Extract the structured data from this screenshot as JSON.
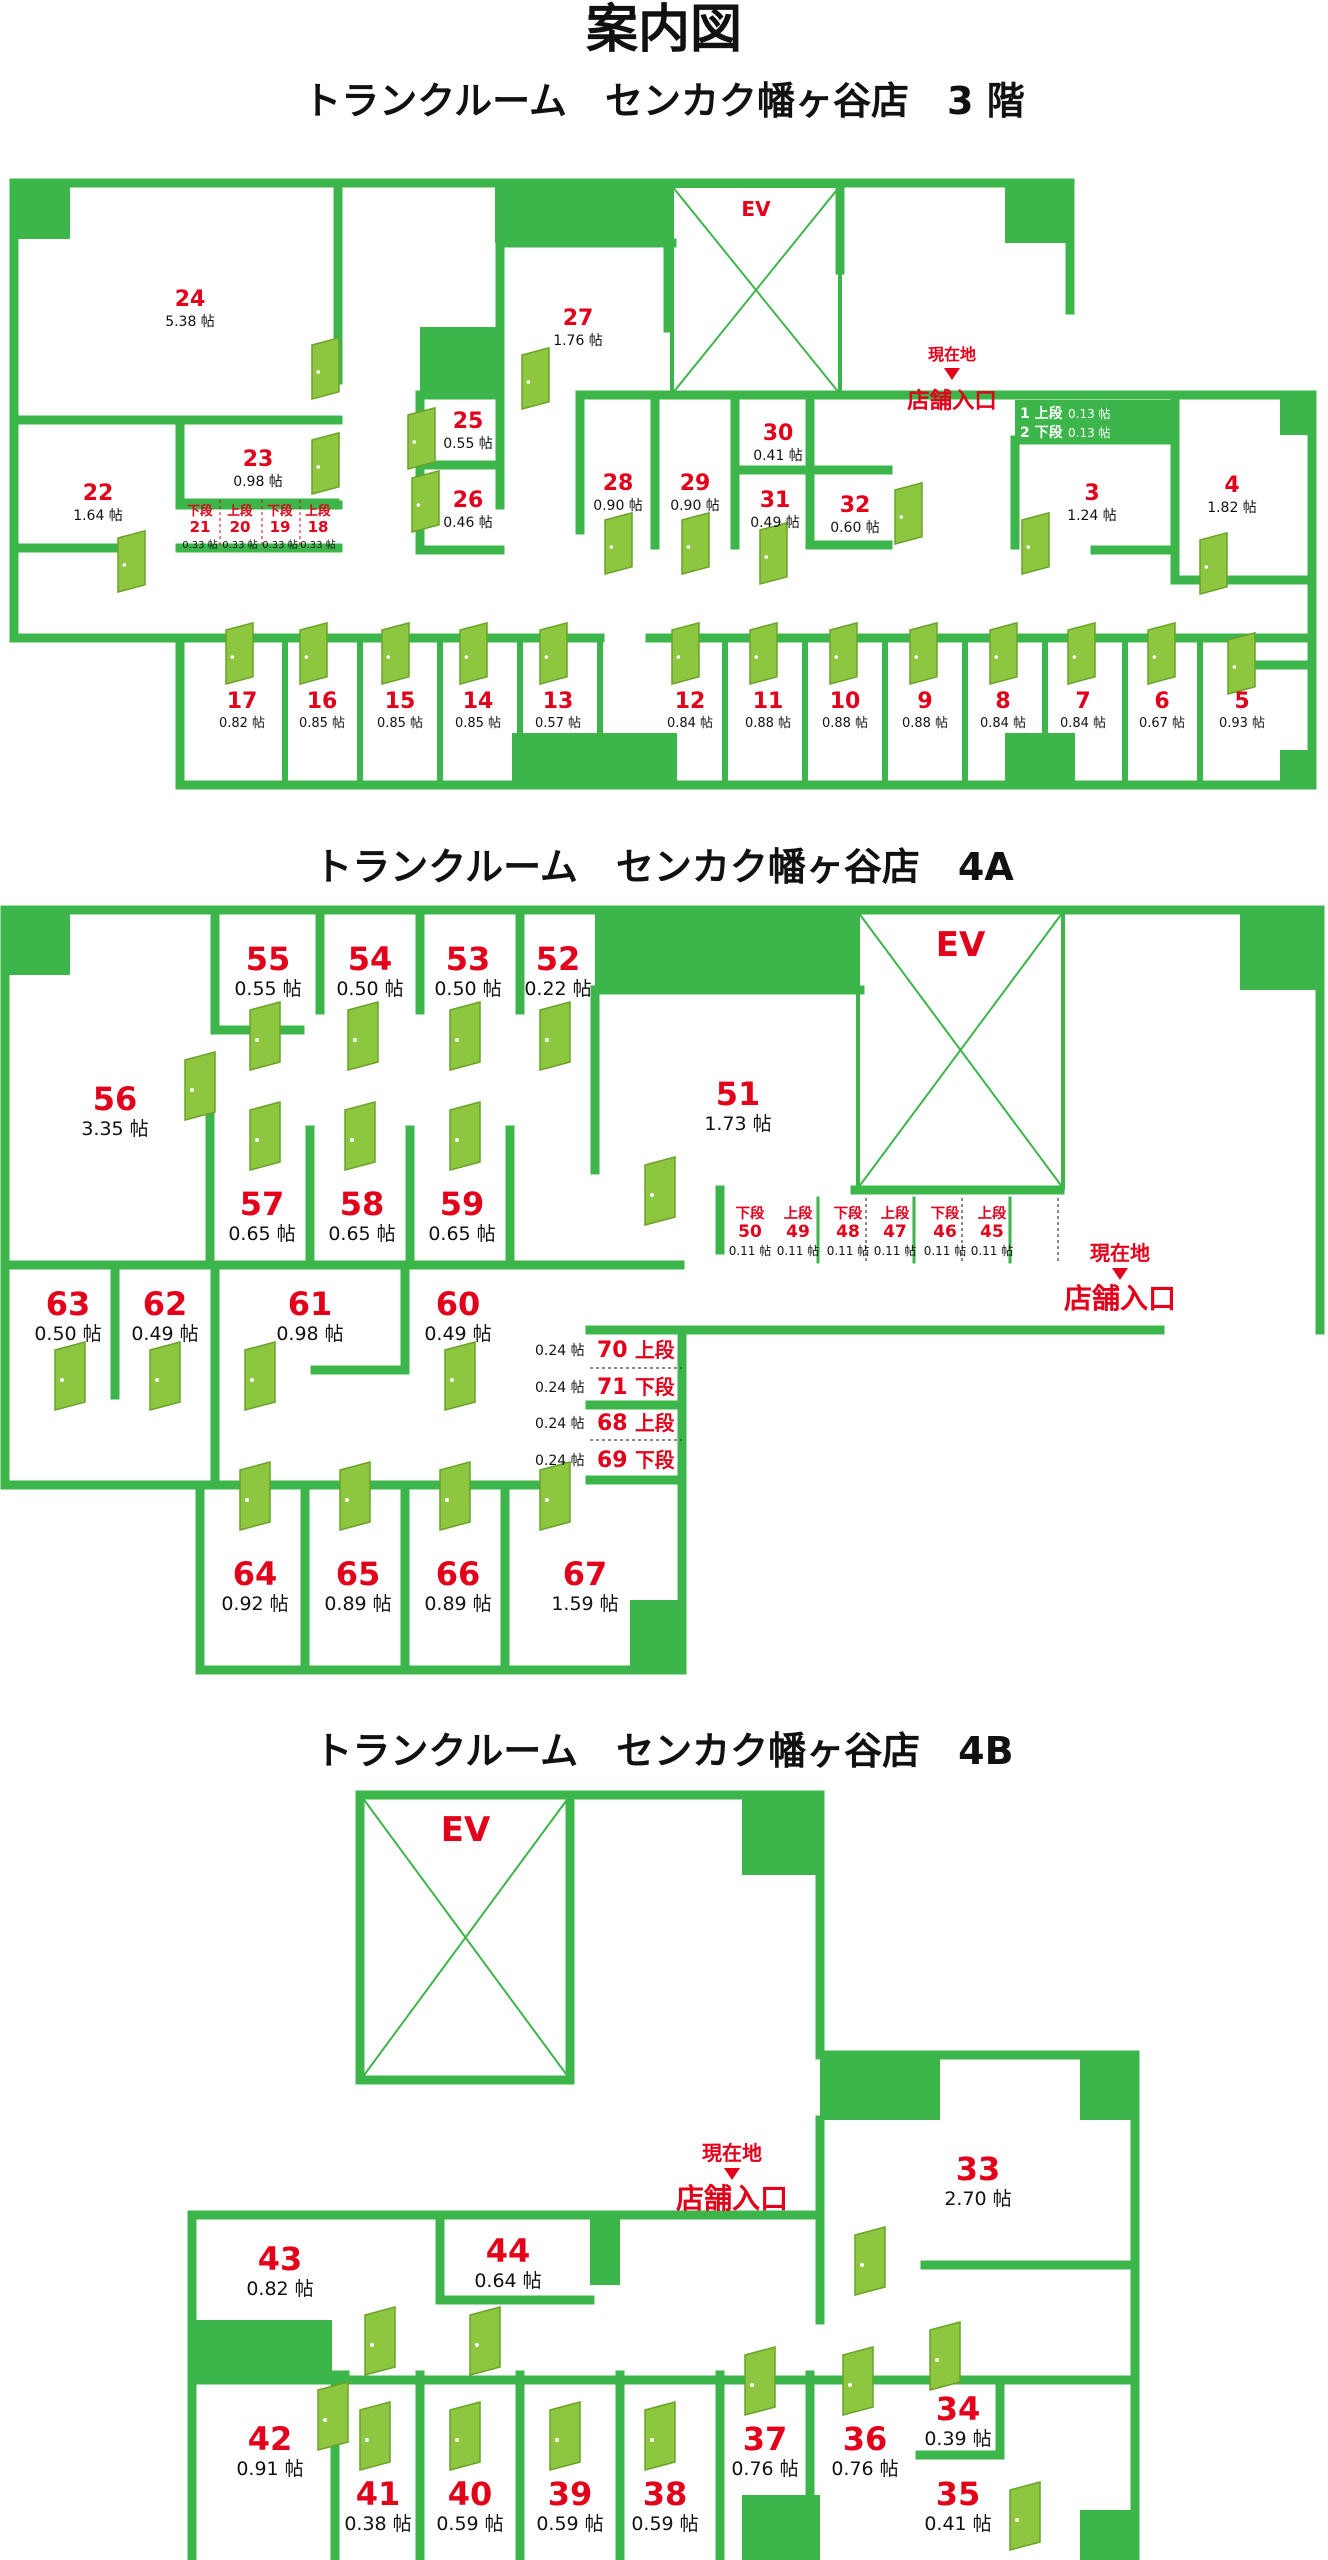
{
  "page": {
    "main_title": "案内図",
    "unit": "帖",
    "colors": {
      "wall": "#3cb54a",
      "door": "#8dc63f",
      "door_dark": "#6aa22c",
      "label": "#e2001a",
      "text": "#111111"
    }
  },
  "floors": [
    {
      "id": "f3",
      "title": "トランクルーム　センカク幡ヶ谷店　3 階",
      "elevator": "EV",
      "here": "現在地",
      "entrance": "店舗入口",
      "units": [
        {
          "no": "24",
          "size": "5.38"
        },
        {
          "no": "27",
          "size": "1.76"
        },
        {
          "no": "23",
          "size": "0.98"
        },
        {
          "no": "25",
          "size": "0.55"
        },
        {
          "no": "26",
          "size": "0.46"
        },
        {
          "no": "22",
          "size": "1.64"
        },
        {
          "no": "21",
          "size": "0.33",
          "tier": "下段"
        },
        {
          "no": "20",
          "size": "0.33",
          "tier": "上段"
        },
        {
          "no": "19",
          "size": "0.33",
          "tier": "下段"
        },
        {
          "no": "18",
          "size": "0.33",
          "tier": "上段"
        },
        {
          "no": "28",
          "size": "0.90"
        },
        {
          "no": "29",
          "size": "0.90"
        },
        {
          "no": "30",
          "size": "0.41"
        },
        {
          "no": "31",
          "size": "0.49"
        },
        {
          "no": "32",
          "size": "0.60"
        },
        {
          "no": "1",
          "size": "0.13",
          "tier": "上段"
        },
        {
          "no": "2",
          "size": "0.13",
          "tier": "下段"
        },
        {
          "no": "3",
          "size": "1.24"
        },
        {
          "no": "4",
          "size": "1.82"
        },
        {
          "no": "17",
          "size": "0.82"
        },
        {
          "no": "16",
          "size": "0.85"
        },
        {
          "no": "15",
          "size": "0.85"
        },
        {
          "no": "14",
          "size": "0.85"
        },
        {
          "no": "13",
          "size": "0.57"
        },
        {
          "no": "12",
          "size": "0.84"
        },
        {
          "no": "11",
          "size": "0.88"
        },
        {
          "no": "10",
          "size": "0.88"
        },
        {
          "no": "9",
          "size": "0.88"
        },
        {
          "no": "8",
          "size": "0.84"
        },
        {
          "no": "7",
          "size": "0.84"
        },
        {
          "no": "6",
          "size": "0.67"
        },
        {
          "no": "5",
          "size": "0.93"
        }
      ]
    },
    {
      "id": "f4a",
      "title": "トランクルーム　センカク幡ヶ谷店　4A",
      "elevator": "EV",
      "here": "現在地",
      "entrance": "店舗入口",
      "units": [
        {
          "no": "55",
          "size": "0.55"
        },
        {
          "no": "54",
          "size": "0.50"
        },
        {
          "no": "53",
          "size": "0.50"
        },
        {
          "no": "52",
          "size": "0.22"
        },
        {
          "no": "56",
          "size": "3.35"
        },
        {
          "no": "51",
          "size": "1.73"
        },
        {
          "no": "57",
          "size": "0.65"
        },
        {
          "no": "58",
          "size": "0.65"
        },
        {
          "no": "59",
          "size": "0.65"
        },
        {
          "no": "50",
          "size": "0.11",
          "tier": "下段"
        },
        {
          "no": "49",
          "size": "0.11",
          "tier": "上段"
        },
        {
          "no": "48",
          "size": "0.11",
          "tier": "下段"
        },
        {
          "no": "47",
          "size": "0.11",
          "tier": "上段"
        },
        {
          "no": "46",
          "size": "0.11",
          "tier": "下段"
        },
        {
          "no": "45",
          "size": "0.11",
          "tier": "上段"
        },
        {
          "no": "63",
          "size": "0.50"
        },
        {
          "no": "62",
          "size": "0.49"
        },
        {
          "no": "61",
          "size": "0.98"
        },
        {
          "no": "60",
          "size": "0.49"
        },
        {
          "no": "70",
          "size": "0.24",
          "tier": "上段"
        },
        {
          "no": "71",
          "size": "0.24",
          "tier": "下段"
        },
        {
          "no": "68",
          "size": "0.24",
          "tier": "上段"
        },
        {
          "no": "69",
          "size": "0.24",
          "tier": "下段"
        },
        {
          "no": "64",
          "size": "0.92"
        },
        {
          "no": "65",
          "size": "0.89"
        },
        {
          "no": "66",
          "size": "0.89"
        },
        {
          "no": "67",
          "size": "1.59"
        }
      ]
    },
    {
      "id": "f4b",
      "title": "トランクルーム　センカク幡ヶ谷店　4B",
      "elevator": "EV",
      "here": "現在地",
      "entrance": "店舗入口",
      "units": [
        {
          "no": "33",
          "size": "2.70"
        },
        {
          "no": "43",
          "size": "0.82"
        },
        {
          "no": "44",
          "size": "0.64"
        },
        {
          "no": "42",
          "size": "0.91"
        },
        {
          "no": "41",
          "size": "0.38"
        },
        {
          "no": "40",
          "size": "0.59"
        },
        {
          "no": "39",
          "size": "0.59"
        },
        {
          "no": "38",
          "size": "0.59"
        },
        {
          "no": "37",
          "size": "0.76"
        },
        {
          "no": "36",
          "size": "0.76"
        },
        {
          "no": "34",
          "size": "0.39"
        },
        {
          "no": "35",
          "size": "0.41"
        }
      ]
    }
  ]
}
